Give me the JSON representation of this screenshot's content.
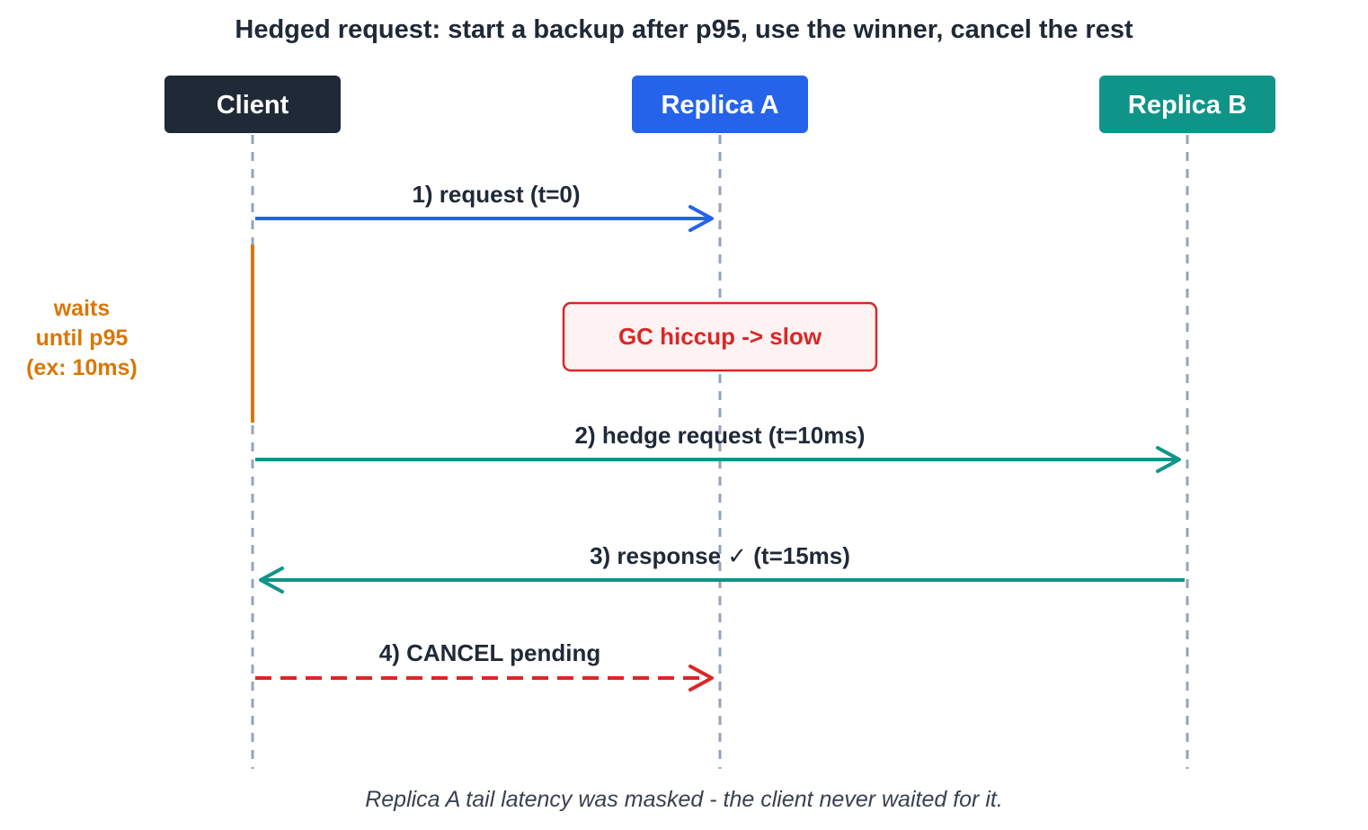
{
  "title": "Hedged request: start a backup after p95, use the winner, cancel the rest",
  "participants": [
    {
      "id": "client",
      "label": "Client",
      "color": "#1f2937"
    },
    {
      "id": "replica_a",
      "label": "Replica A",
      "color": "#2563eb"
    },
    {
      "id": "replica_b",
      "label": "Replica B",
      "color": "#0f9488"
    }
  ],
  "messages": [
    {
      "label": "1) request (t=0)",
      "color": "#2563eb",
      "style": "solid"
    },
    {
      "label": "2) hedge request (t=10ms)",
      "color": "#0f9488",
      "style": "solid"
    },
    {
      "label": "3) response ✓ (t=15ms)",
      "color": "#0f9488",
      "style": "solid"
    },
    {
      "label": "4) CANCEL pending",
      "color": "#dc2626",
      "style": "dashed"
    }
  ],
  "wait_note": {
    "lines": [
      "waits",
      "until p95",
      "(ex: 10ms)"
    ],
    "color": "#d97706"
  },
  "gc_note": {
    "label": "GC hiccup -> slow",
    "color": "#dc2626",
    "fill": "#fef2f2"
  },
  "lifeline_color": "#94a3b8",
  "footer": "Replica A tail latency was masked - the client never waited for it."
}
